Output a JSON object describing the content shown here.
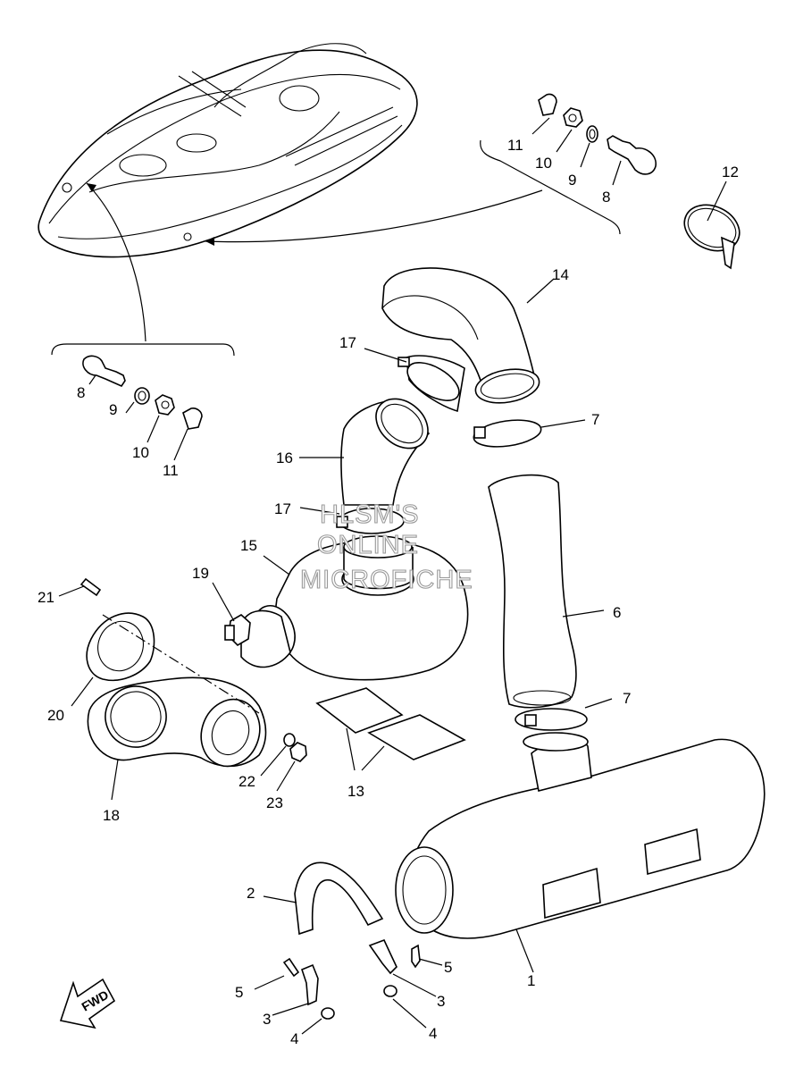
{
  "watermark": {
    "line1": "HLSM'S",
    "line2": "ONLINE",
    "line3": "MICROFICHE"
  },
  "fwd_label": "FWD",
  "callouts": {
    "c1": "1",
    "c2": "2",
    "c3a": "3",
    "c3b": "3",
    "c4a": "4",
    "c4b": "4",
    "c5a": "5",
    "c5b": "5",
    "c6": "6",
    "c7a": "7",
    "c7b": "7",
    "c8a": "8",
    "c8b": "8",
    "c9a": "9",
    "c9b": "9",
    "c10a": "10",
    "c10b": "10",
    "c11a": "11",
    "c11b": "11",
    "c12": "12",
    "c13": "13",
    "c14": "14",
    "c15": "15",
    "c16": "16",
    "c17a": "17",
    "c17b": "17",
    "c18": "18",
    "c19": "19",
    "c20": "20",
    "c21": "21",
    "c22": "22",
    "c23": "23"
  }
}
